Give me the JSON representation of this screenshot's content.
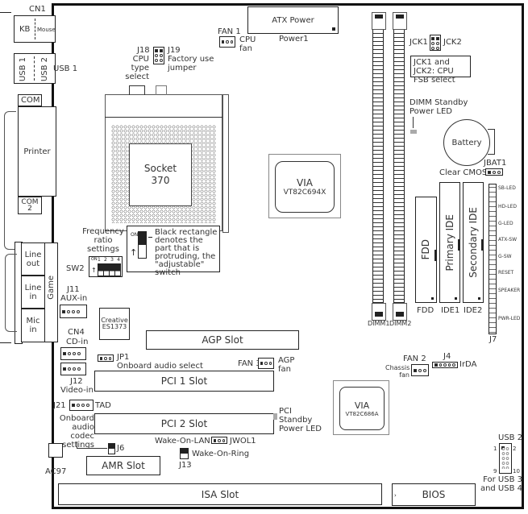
{
  "board": {
    "rear_io": {
      "cn1": "CN1",
      "kb": "KB",
      "mouse": "Mouse",
      "usb1_port1": "USB 1",
      "usb1_port2": "USB 2",
      "usb1_label": "USB 1",
      "com": "COM",
      "printer": "Printer",
      "com2": "COM 2",
      "line_out": "Line out",
      "line_in": "Line in",
      "mic_in": "Mic in",
      "game": "Game"
    },
    "cpu": {
      "socket": "Socket 370",
      "j18": "J18",
      "cpu_type_select": "CPU type select",
      "j19": "J19",
      "factory_use": "Factory use jumper",
      "fan1": "FAN 1",
      "cpu_fan": "CPU fan"
    },
    "power": {
      "atx_power": "ATX Power",
      "power1": "Power1"
    },
    "jumpers": {
      "jck1": "JCK1",
      "jck2": "JCK2",
      "jck_note": "JCK1 and JCK2: CPU FSB select",
      "dimm_led": "DIMM Standby Power LED",
      "battery": "Battery",
      "jbat1": "JBAT1",
      "clear_cmos": "Clear CMOS"
    },
    "northbridge": {
      "brand": "VIA",
      "model": "VT82C694X"
    },
    "southbridge": {
      "brand": "VIA",
      "model": "VT82C686A"
    },
    "drives": {
      "fdd_slot": "FDD",
      "primary_ide": "Primary IDE",
      "secondary_ide": "Secondary IDE",
      "fdd": "FDD",
      "ide1": "IDE1",
      "ide2": "IDE2",
      "dimm1": "DIMM1",
      "dimm2": "DIMM2"
    },
    "front_panel": {
      "label": "J7",
      "pins": [
        "SB-LED",
        "HD-LED",
        "G-LED",
        "ATX-SW",
        "G-SW",
        "RESET",
        "SPEAKER",
        "PWR-LED"
      ]
    },
    "sw2": {
      "title": "Frequency ratio settings",
      "label": "SW2",
      "on": "ON",
      "numbers": [
        "1",
        "2",
        "3",
        "4"
      ],
      "legend": "Black rectangle denotes the part that is protruding, the \"adjustable\" switch"
    },
    "audio": {
      "j11": "J11",
      "aux_in": "AUX-in",
      "creative": "Creative",
      "es1373": "ES1373",
      "cn4": "CN4",
      "cd_in": "CD-in",
      "j12": "J12",
      "video_in": "Video-in",
      "jp1": "JP1",
      "onboard_audio_select": "Onboard audio select",
      "j21": "J21",
      "tad": "TAD",
      "codec_settings": "Onboard audio codec settings",
      "j6": "J6",
      "ac97": "AC97"
    },
    "slots": {
      "agp": "AGP Slot",
      "pci1": "PCI 1 Slot",
      "pci2": "PCI 2 Slot",
      "amr": "AMR Slot",
      "isa": "ISA Slot"
    },
    "misc": {
      "fan3": "FAN 3",
      "agp_fan": "AGP fan",
      "pci_led": "PCI Standby Power LED",
      "wol": "Wake-On-LAN",
      "jwol1": "JWOL1",
      "wake_ring": "Wake-On-Ring",
      "j13": "J13",
      "fan2": "FAN 2",
      "chassis_fan": "Chassis fan",
      "j4": "J4",
      "irda": "IrDA",
      "usb2": "USB 2",
      "usb2_pin1": "1",
      "usb2_pin2": "2",
      "usb2_pin9": "9",
      "usb2_pin10": "10",
      "usb34": "For USB 3 and USB 4",
      "bios": "BIOS"
    }
  }
}
